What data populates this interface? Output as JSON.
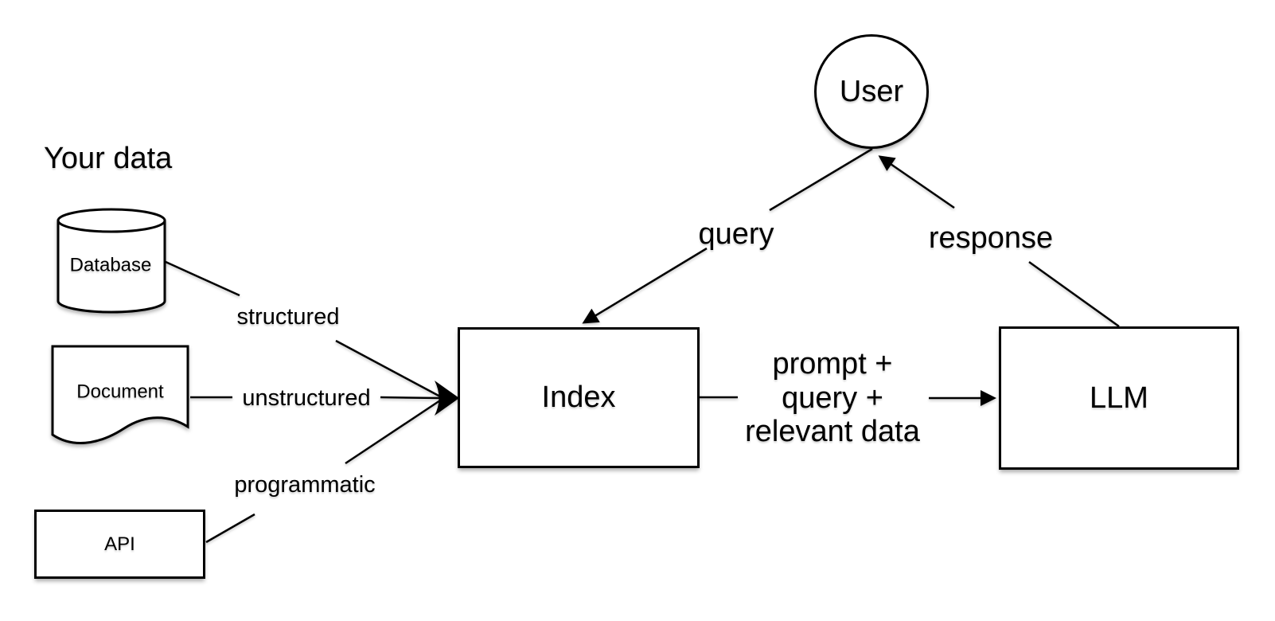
{
  "diagram": {
    "title": "Your data",
    "nodes": {
      "user": "User",
      "database": "Database",
      "document": "Document",
      "api": "API",
      "index": "Index",
      "llm": "LLM"
    },
    "edge_labels": {
      "structured": "structured",
      "unstructured": "unstructured",
      "programmatic": "programmatic",
      "query": "query",
      "response": "response",
      "prompt": "prompt +\nquery +\nrelevant data"
    },
    "colors": {
      "stroke": "#000000",
      "fill": "#ffffff",
      "background": "#ffffff"
    }
  }
}
